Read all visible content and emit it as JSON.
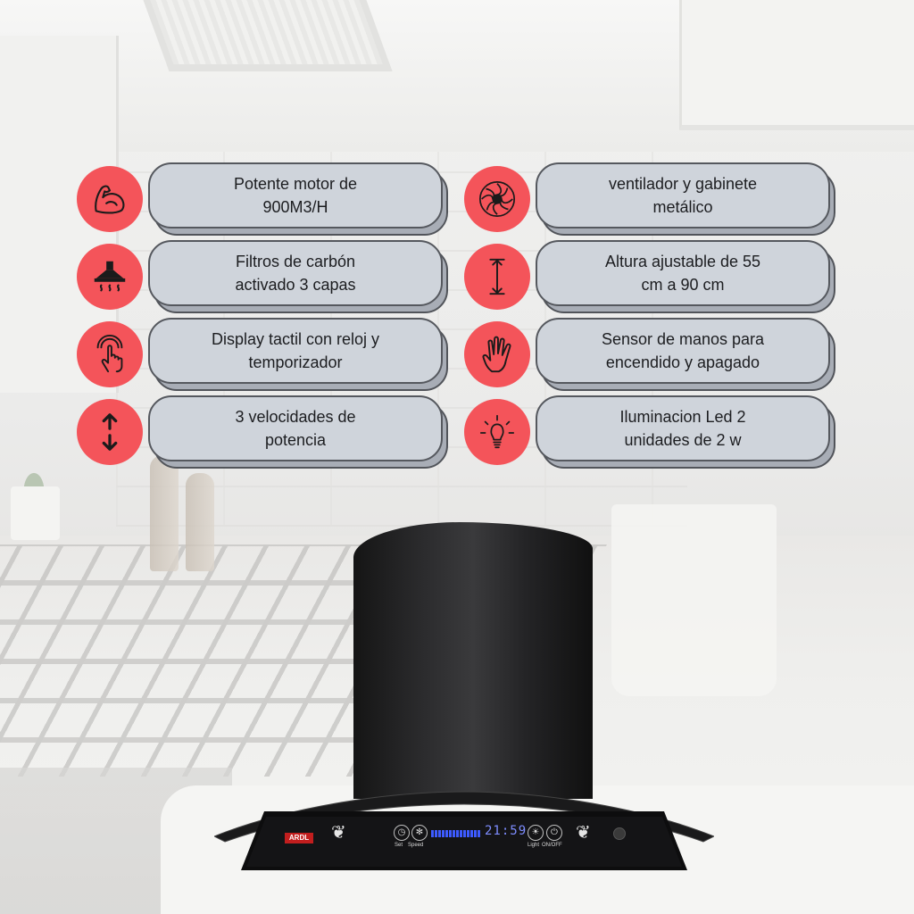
{
  "features": [
    {
      "text": "Potente motor de\n900M3/H",
      "icon": "flexed-arm-icon"
    },
    {
      "text": "ventilador y gabinete\nmetálico",
      "icon": "fan-turbine-icon"
    },
    {
      "text": "Filtros de carbón\nactivado 3 capas",
      "icon": "range-hood-icon"
    },
    {
      "text": "Altura ajustable de 55\ncm a 90 cm",
      "icon": "height-arrow-icon"
    },
    {
      "text": "Display tactil con reloj y\ntemporizador",
      "icon": "touch-finger-icon"
    },
    {
      "text": "Sensor de manos para\nencendido y apagado",
      "icon": "hand-icon"
    },
    {
      "text": "3 velocidades de\npotencia",
      "icon": "up-down-arrows-icon"
    },
    {
      "text": "Iluminacion Led 2\nunidades de 2 w",
      "icon": "light-bulb-icon"
    }
  ],
  "product": {
    "brand": "ARDL",
    "clock": "21:59",
    "controls": {
      "set": "Set",
      "speed": "Speed",
      "light": "Light",
      "onoff": "ON/OFF"
    }
  },
  "colors": {
    "accent": "#f4545a",
    "pill": "#cfd4db",
    "pill_border": "#55585e"
  }
}
